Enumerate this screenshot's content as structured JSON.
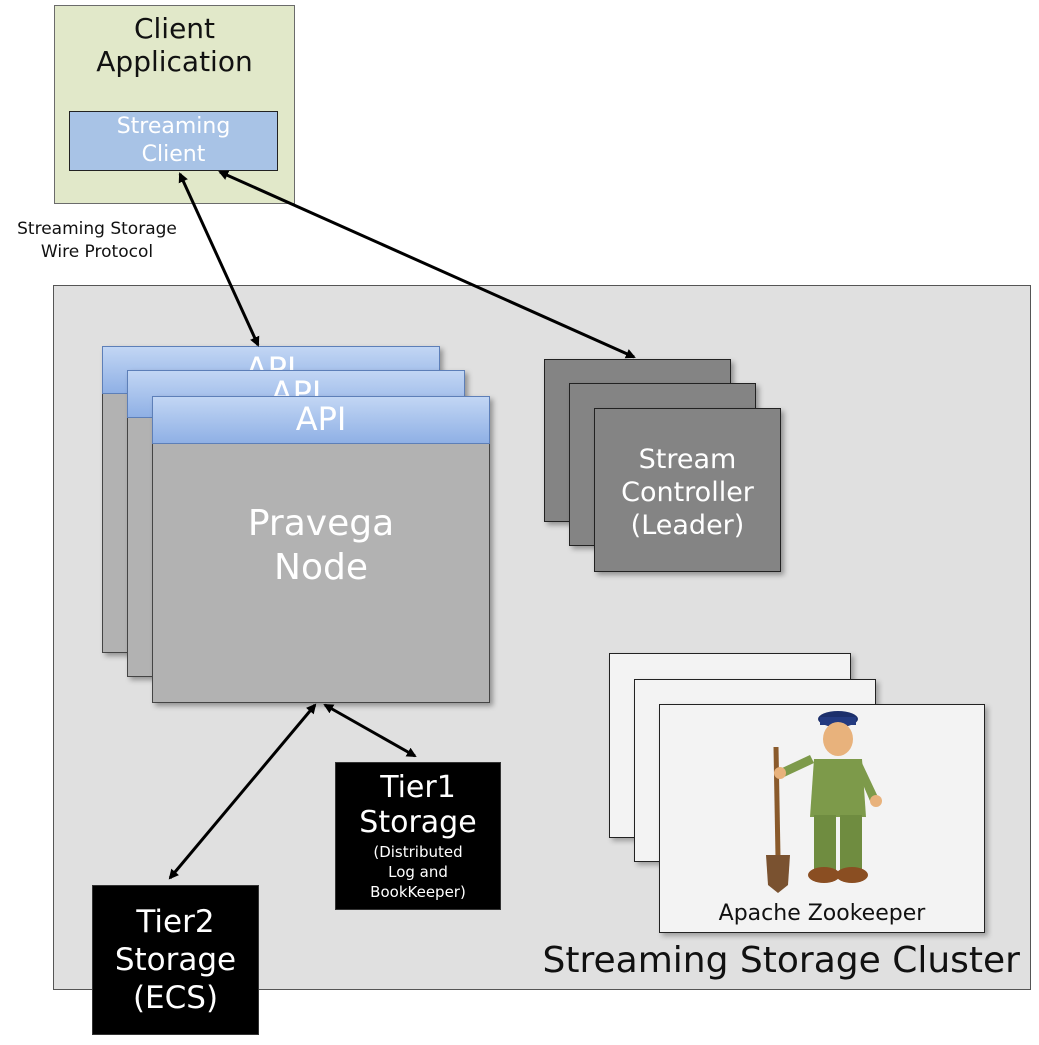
{
  "client_app": {
    "title": "Client Application",
    "streaming_client": "Streaming Client"
  },
  "protocol_label": "Streaming Storage Wire Protocol",
  "cluster": {
    "label": "Streaming Storage Cluster"
  },
  "pravega_node": {
    "api_label": "API",
    "name": "Pravega Node",
    "copies": 3
  },
  "stream_controller": {
    "name": "Stream Controller (Leader)",
    "copies": 3
  },
  "tier1": {
    "title": "Tier1 Storage",
    "subtitle": "(Distributed Log and BookKeeper)"
  },
  "tier2": {
    "title": "Tier2 Storage (ECS)"
  },
  "zookeeper": {
    "label": "Apache Zookeeper",
    "copies": 3
  },
  "colors": {
    "client_bg": "#e1e8c9",
    "api_blue": "#a8c3e6",
    "cluster_bg": "#e0e0e0",
    "node_gray": "#b2b2b2",
    "controller_gray": "#848484",
    "storage_black": "#000000"
  }
}
